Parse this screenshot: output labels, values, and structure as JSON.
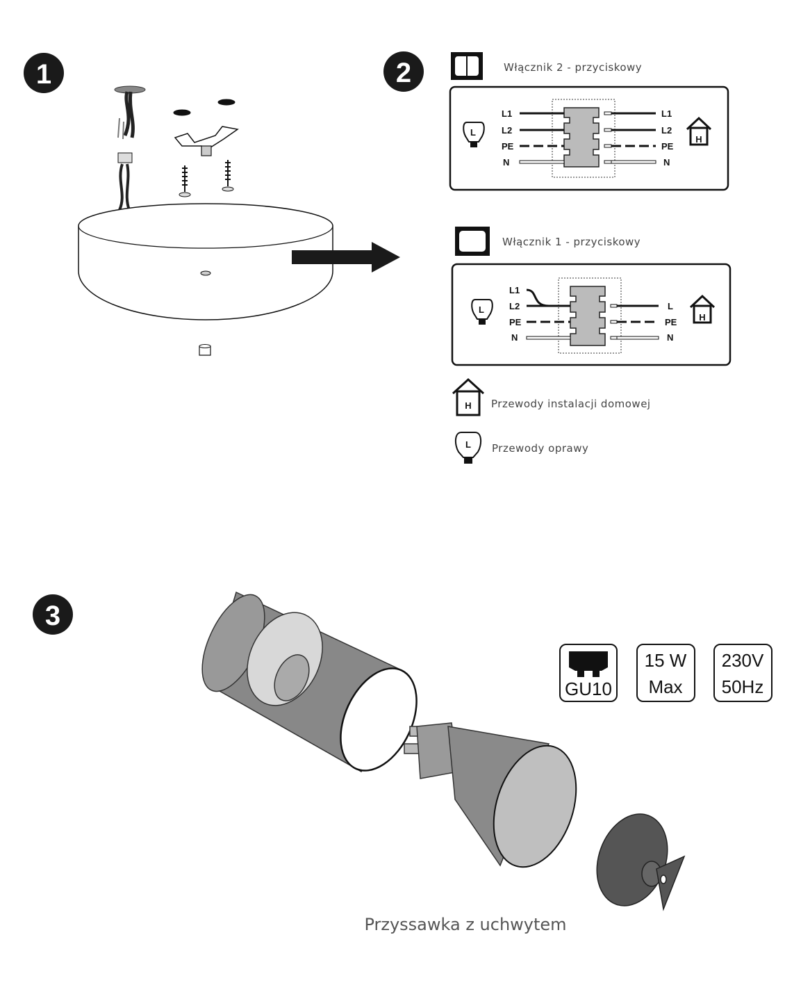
{
  "steps": [
    "1",
    "2",
    "3"
  ],
  "switch_two": {
    "title": "Włącznik  2 - przyciskowy",
    "left_labels": [
      "L1",
      "L2",
      "PE",
      "N"
    ],
    "right_labels": [
      "L1",
      "L2",
      "PE",
      "N"
    ]
  },
  "switch_one": {
    "title": "Włącznik  1 - przyciskowy",
    "left_labels": [
      "L1",
      "L2",
      "PE",
      "N"
    ],
    "right_labels": [
      "L",
      "PE",
      "N"
    ]
  },
  "legend": {
    "house_text": "Przewody  instalacji  domowej",
    "lamp_text": "Przewody  oprawy",
    "house_letter": "H",
    "lamp_letter": "L"
  },
  "specs": {
    "socket": "GU10",
    "power_value": "15 W",
    "power_note": "Max",
    "voltage": "230V",
    "frequency": "50Hz"
  },
  "caption": "Przyssawka z uchwytem"
}
